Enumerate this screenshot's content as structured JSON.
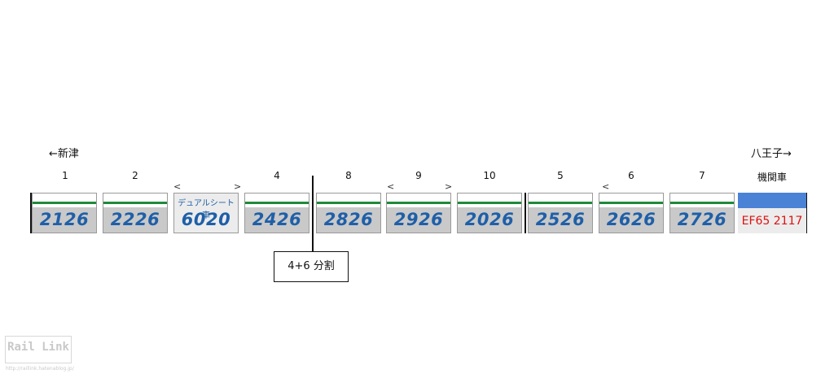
{
  "directions": {
    "left": "←新津",
    "right": "八王子→"
  },
  "cars": [
    {
      "position_label": "1",
      "number": "2126"
    },
    {
      "position_label": "2",
      "number": "2226"
    },
    {
      "position_label": "",
      "number": "6020",
      "note": "デュアルシート車"
    },
    {
      "position_label": "4",
      "number": "2426"
    },
    {
      "position_label": "8",
      "number": "2826"
    },
    {
      "position_label": "9",
      "number": "2926"
    },
    {
      "position_label": "10",
      "number": "2026"
    },
    {
      "position_label": "5",
      "number": "2526"
    },
    {
      "position_label": "6",
      "number": "2626"
    },
    {
      "position_label": "7",
      "number": "2726"
    }
  ],
  "locomotive": {
    "label": "機関車",
    "number": "EF65 2117"
  },
  "marks": {
    "open_left": "<",
    "open_right": ">"
  },
  "split_label": "4+6 分割",
  "watermark": {
    "title": "Rail Link",
    "url": "http://raillink.hatenablog.jp/"
  },
  "colors": {
    "stripe": "#1f8a3a",
    "car_number": "#1f5fa8",
    "loco_roof": "#4a82d6",
    "loco_number": "#e01010"
  }
}
